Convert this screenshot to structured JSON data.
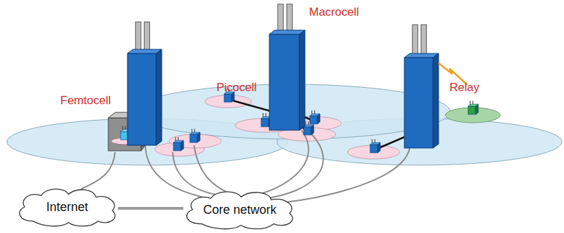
{
  "diagram": {
    "nodes": [
      {
        "text": [
          "Internet"
        ]
      },
      {
        "text": [
          "Core network"
        ]
      }
    ],
    "edges": [
      {
        "from": 0,
        "to": 1,
        "arrow": "none"
      }
    ],
    "labels": [
      "Femtocell",
      "Picocell",
      "Macrocell",
      "Relay"
    ]
  }
}
